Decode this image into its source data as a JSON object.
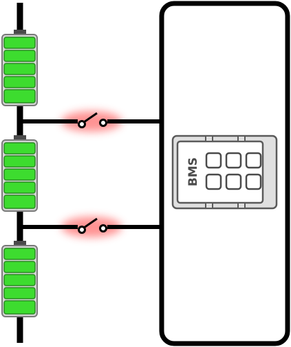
{
  "bms": {
    "label": "BMS"
  },
  "colors": {
    "wire": "#000000",
    "cell_fill": "#3ddc2f",
    "cell_stroke": "#2a8a22",
    "cell_case": "#d4d4d4",
    "cell_case_stroke": "#7a7a7a",
    "cell_cap": "#4a4a4a",
    "switch_glow": "#ff3030",
    "bms_chip_fill": "#dedede",
    "bms_chip_stroke": "#5a5a5a",
    "bms_text": "#4a4a4a"
  },
  "components": {
    "batteries": [
      "battery-cell",
      "battery-cell",
      "battery-cell"
    ],
    "switches": [
      "balancing-switch",
      "balancing-switch"
    ],
    "controller": "bms-chip-icon"
  }
}
